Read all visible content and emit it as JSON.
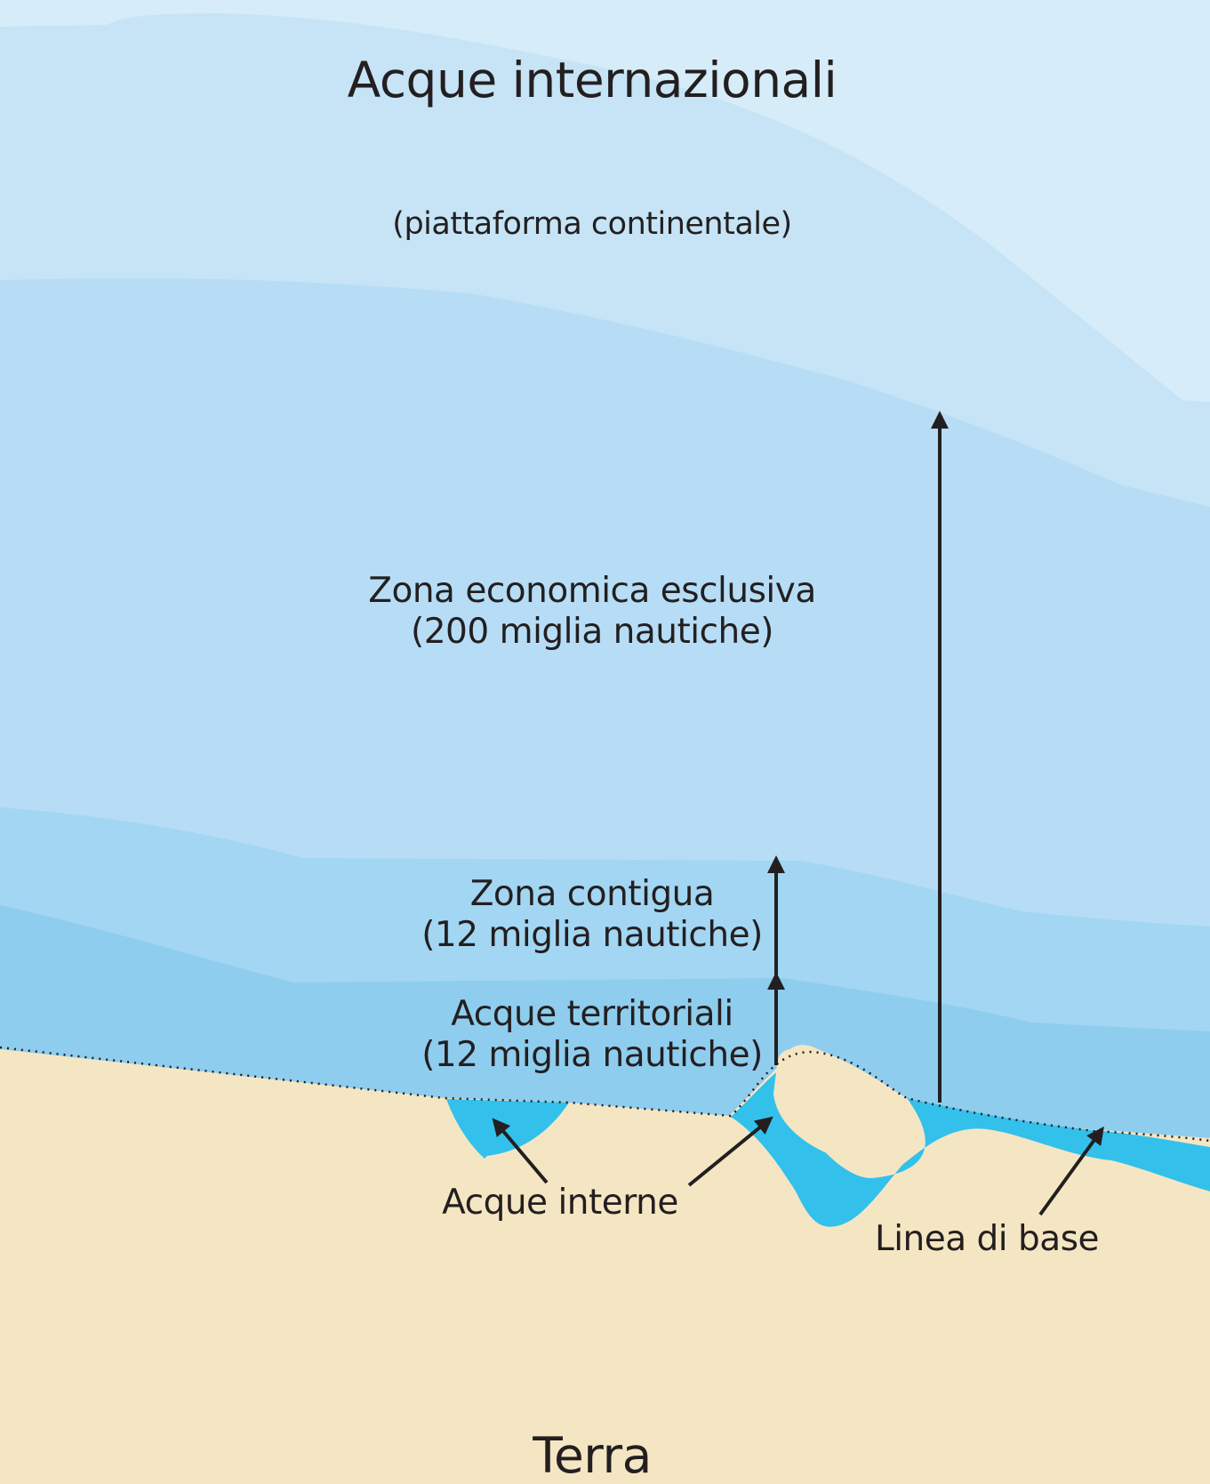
{
  "zones": {
    "international": {
      "label": "Acque internazionali",
      "color": "#d6ecf8"
    },
    "continental_shelf": {
      "label": "(piattaforma continentale)",
      "color": "#c6e4f6"
    },
    "eez": {
      "line1": "Zona economica esclusiva",
      "line2": "(200 miglia nautiche)",
      "color": "#b6ddf5"
    },
    "contiguous": {
      "line1": "Zona contigua",
      "line2": "(12 miglia nautiche)",
      "color": "#a2d6f3"
    },
    "territorial": {
      "line1": "Acque territoriali",
      "line2": "(12 miglia nautiche)",
      "color": "#8ecdee"
    }
  },
  "internal_waters": {
    "label": "Acque interne",
    "color": "#33c1ec"
  },
  "baseline": {
    "label": "Linea di base"
  },
  "land": {
    "label": "Terra",
    "color": "#f5e6c3"
  },
  "arrow_color": "#231f20"
}
